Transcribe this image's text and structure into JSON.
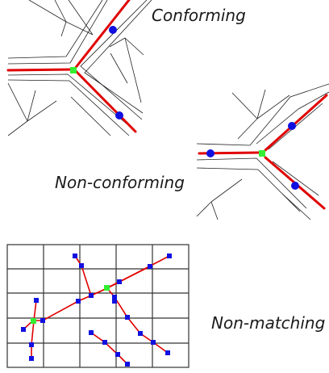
{
  "labels": {
    "conforming": "Conforming",
    "non_conforming": "Non-conforming",
    "non_matching": "Non-matching"
  },
  "colors": {
    "background": "#ffffff",
    "mesh_line": "#222222",
    "element_line": "#e00000",
    "node": "#1010e0",
    "junction": "#33ee33"
  }
}
